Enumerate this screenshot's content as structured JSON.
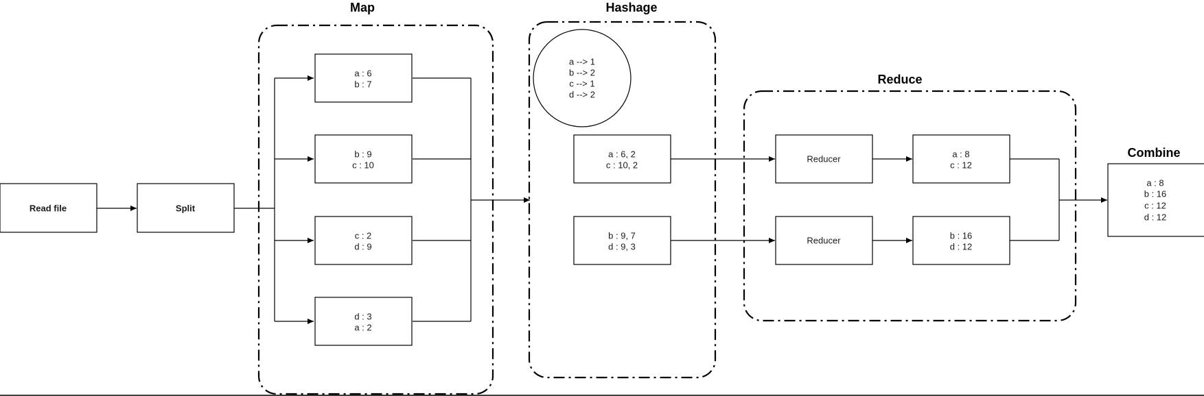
{
  "groups": {
    "map": {
      "title": "Map"
    },
    "hashage": {
      "title": "Hashage"
    },
    "reduce": {
      "title": "Reduce"
    },
    "combine": {
      "title": "Combine"
    }
  },
  "nodes": {
    "read_file": [
      "Read file"
    ],
    "split": [
      "Split"
    ],
    "map_1": [
      "a : 6",
      "b : 7"
    ],
    "map_2": [
      "b : 9",
      "c : 10"
    ],
    "map_3": [
      "c : 2",
      "d : 9"
    ],
    "map_4": [
      "d : 3",
      "a : 2"
    ],
    "hash_table": [
      "a --> 1",
      "b --> 2",
      "c --> 1",
      "d --> 2"
    ],
    "hash_1": [
      "a : 6, 2",
      "c : 10, 2"
    ],
    "hash_2": [
      "b : 9, 7",
      "d : 9, 3"
    ],
    "reducer_1": [
      "Reducer"
    ],
    "reducer_2": [
      "Reducer"
    ],
    "result_1": [
      "a : 8",
      "c : 12"
    ],
    "result_2": [
      "b : 16",
      "d : 12"
    ],
    "combined": [
      "a : 8",
      "b : 16",
      "c : 12",
      "d : 12"
    ]
  }
}
